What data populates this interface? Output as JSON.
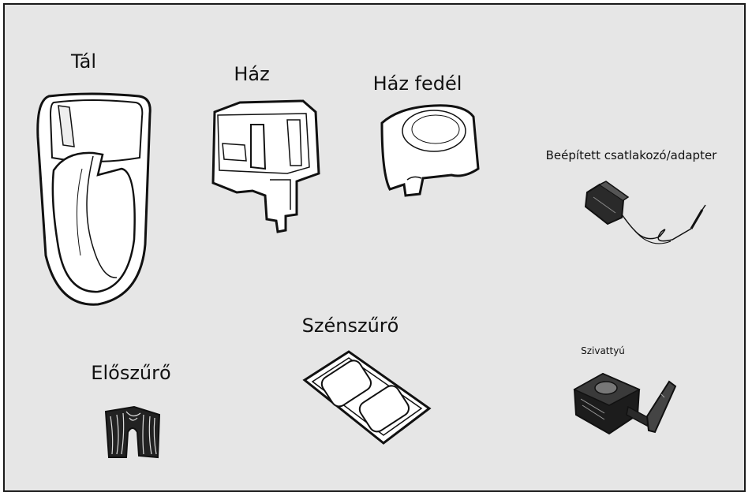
{
  "parts": {
    "bowl": {
      "label": "Tál",
      "icon": "bowl-icon"
    },
    "housing": {
      "label": "Ház",
      "icon": "housing-icon"
    },
    "housing_lid": {
      "label": "Ház fedél",
      "icon": "housing-lid-icon"
    },
    "adapter": {
      "label": "Beépített csatlakozó/adapter",
      "icon": "power-adapter-icon"
    },
    "carbon_filter": {
      "label": "Szénszűrő",
      "icon": "carbon-filter-icon"
    },
    "pre_filter": {
      "label": "Előszűrő",
      "icon": "pre-filter-icon"
    },
    "pump": {
      "label": "Szivattyú",
      "icon": "pump-icon"
    }
  },
  "colors": {
    "background": "#e6e6e6",
    "outline": "#111111",
    "part_fill": "#ffffff"
  }
}
